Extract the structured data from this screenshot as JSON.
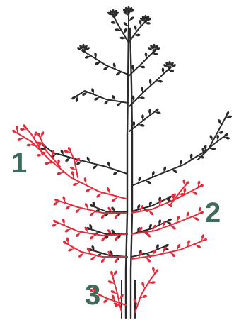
{
  "labels": [
    "1",
    "2",
    "3"
  ],
  "colors": {
    "background": "#ffffff",
    "dark_branches": "#2b2b2b",
    "red_branches": "#e8293a",
    "label_text": "#3f6b5a"
  },
  "icons": [
    "plant-shoot-diagram"
  ]
}
